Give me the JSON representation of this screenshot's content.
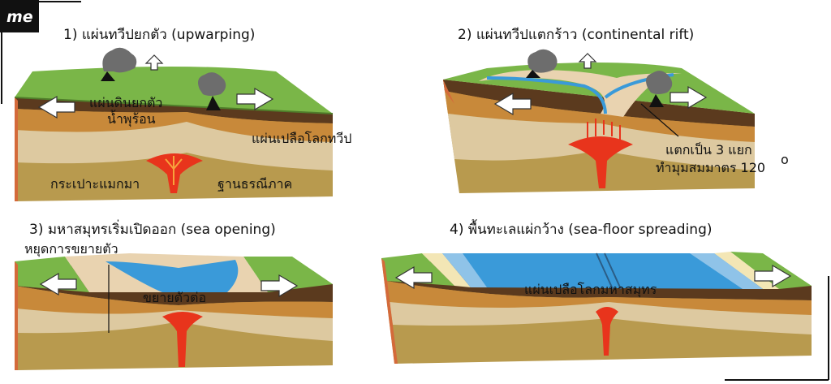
{
  "brand": {
    "logo_text": "me"
  },
  "panels": [
    {
      "title": "1) แผ่นทวีปยกตัว (upwarping)",
      "labels": [
        "แผ่นดินยกตัว",
        "น้ำพุร้อน",
        "แผ่นเปลือโลกทวีป",
        "กระเปาะแมกมา",
        "ฐานธรณีภาค"
      ]
    },
    {
      "title": "2) แผ่นทวีปแตกร้าว (continental rift)",
      "labels": [
        "แตกเป็น 3 แยก",
        "ทำมุมสมมาตร 120",
        "o"
      ]
    },
    {
      "title": "3) มหาสมุทรเริ่มเปิดออก (sea opening)",
      "labels": [
        "หยุดการขยายตัว",
        "ขยายตัวต่อ"
      ]
    },
    {
      "title": "4) พื้นทะเลแผ่กว้าง (sea-floor spreading)",
      "labels": [
        "แผ่นเปลือโลกมหาสมุทร"
      ]
    }
  ],
  "colors": {
    "grass": "#7ab648",
    "crust": "#c8893a",
    "mantle_light": "#ddc9a0",
    "mantle_dark": "#b89a4e",
    "magma": "#e8341c",
    "water": "#3a9ad9",
    "arrow": "#ffffff"
  }
}
